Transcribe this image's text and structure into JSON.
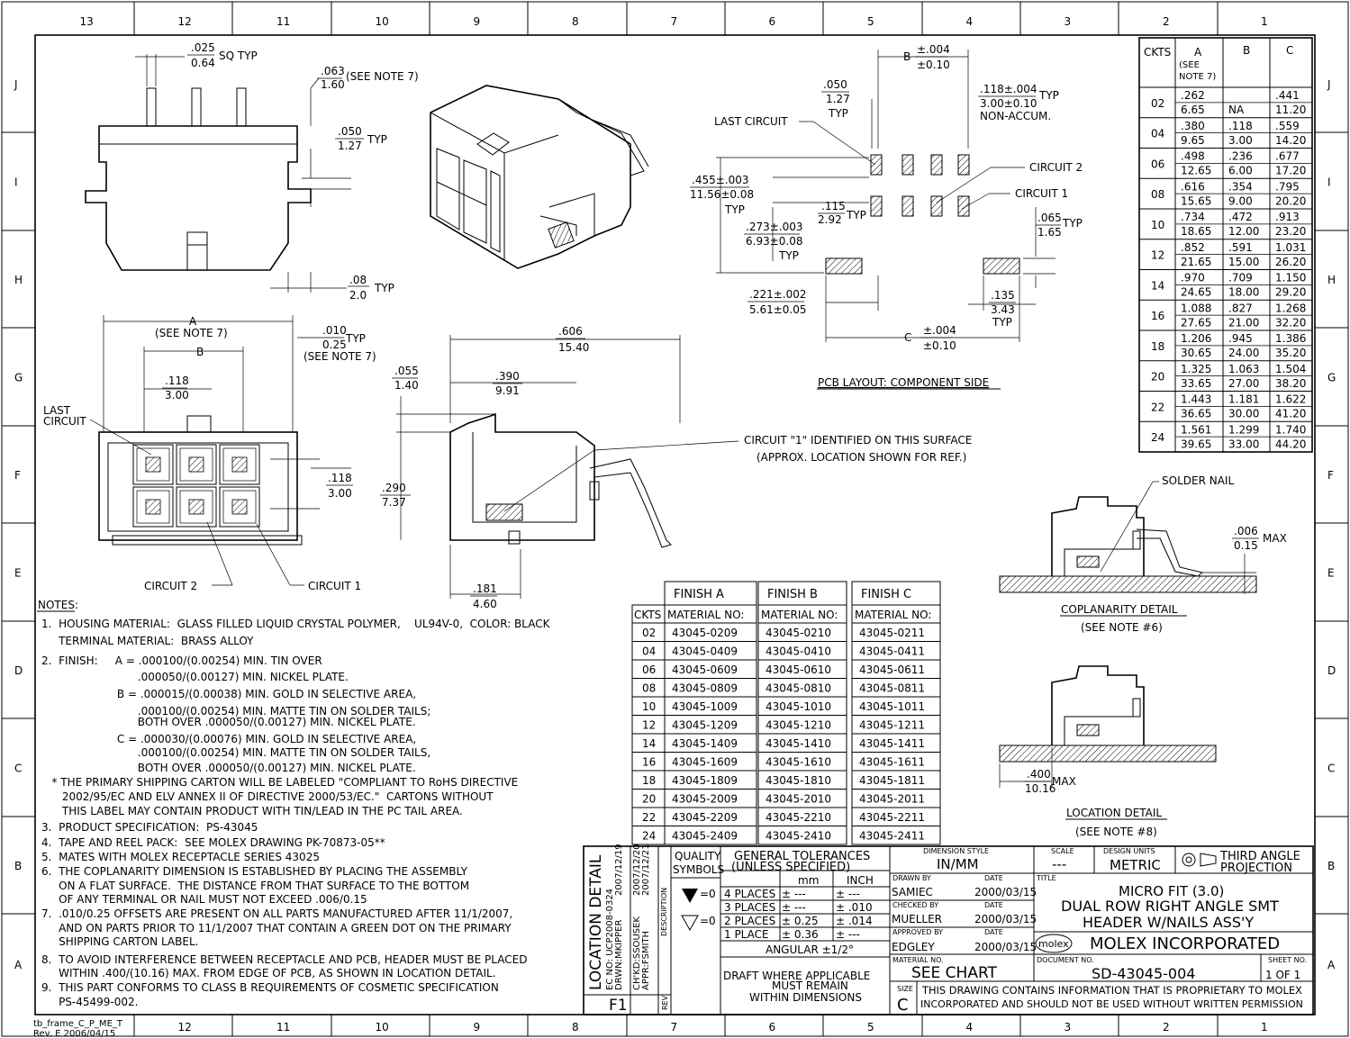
{
  "frame": {
    "top_zones": [
      "13",
      "12",
      "11",
      "10",
      "9",
      "8",
      "7",
      "6",
      "5",
      "4",
      "3",
      "2",
      "1"
    ],
    "bottom_zones": [
      "12",
      "11",
      "10",
      "9",
      "8",
      "7",
      "6",
      "5",
      "4",
      "3",
      "2",
      "1"
    ],
    "side_zones": [
      "J",
      "I",
      "H",
      "G",
      "F",
      "E",
      "D",
      "C",
      "B",
      "A"
    ],
    "frame_id": "tb_frame_C_P_ME_T",
    "frame_rev": "Rev. E 2006/04/15"
  },
  "side_view": {
    "pin_dim": ".025",
    "pin_dim_mm": "0.64",
    "pin_note": "SQ TYP",
    "tail_dim": ".063",
    "tail_dim_mm": "1.60",
    "tail_note": "(SEE NOTE 7)",
    "offset_dim": ".050",
    "offset_dim_mm": "1.27",
    "offset_note": "TYP",
    "base_dim": ".08",
    "base_dim_mm": "2.0",
    "base_note": "TYP"
  },
  "front_view": {
    "a_label": "A",
    "a_note": "(SEE NOTE 7)",
    "b_label": "B",
    "pitch": ".118",
    "pitch_mm": "3.00",
    "tol": ".010",
    "tol_mm": "0.25",
    "tol_note": "TYP",
    "tol_note2": "(SEE NOTE 7)",
    "row_pitch": ".118",
    "row_pitch_mm": "3.00",
    "last_circuit_1": "LAST",
    "last_circuit_2": "CIRCUIT",
    "circuit2": "CIRCUIT 2",
    "circuit1": "CIRCUIT 1"
  },
  "section_view": {
    "width": ".606",
    "width_mm": "15.40",
    "depth": ".390",
    "depth_mm": "9.91",
    "top": ".055",
    "top_mm": "1.40",
    "height": ".290",
    "height_mm": "7.37",
    "foot": ".181",
    "foot_mm": "4.60",
    "circuit_note_1": "CIRCUIT \"1\" IDENTIFIED ON THIS SURFACE",
    "circuit_note_2": "(APPROX. LOCATION SHOWN FOR REF.)"
  },
  "pcb": {
    "b_label": "B",
    "b_tol": "±.004",
    "b_tol_mm": "±0.10",
    "pitch": ".050",
    "pitch_mm": "1.27",
    "pitch_note": "TYP",
    "noaccum": ".118±.004",
    "noaccum_mm": "3.00±0.10",
    "noaccum_note": "NON-ACCUM.",
    "noaccum_typ": "TYP",
    "last_circuit": "LAST CIRCUIT",
    "circuit2": "CIRCUIT 2",
    "circuit1": "CIRCUIT 1",
    "span": ".455±.003",
    "span_mm": "11.56±0.08",
    "span_note": "TYP",
    "pad_gap": ".115",
    "pad_gap_mm": "2.92",
    "pad_gap_note": "TYP",
    "pad_row": ".273±.003",
    "pad_row_mm": "6.93±0.08",
    "pad_row_note": "TYP",
    "pad_w": ".065",
    "pad_w_mm": "1.65",
    "pad_w_note": "TYP",
    "nail": ".221±.002",
    "nail_mm": "5.61±0.05",
    "nail_w": ".135",
    "nail_w_mm": "3.43",
    "nail_w_note": "TYP",
    "c_label": "C",
    "c_tol": "±.004",
    "c_tol_mm": "±0.10",
    "title": "PCB LAYOUT: COMPONENT SIDE"
  },
  "dim_table": {
    "headers": [
      "CKTS",
      "A",
      "B",
      "C"
    ],
    "a_note": "(SEE NOTE 7)",
    "rows": [
      {
        "ckts": "02",
        "a_in": ".262",
        "a_mm": "6.65",
        "b_in": "",
        "b_mm": "NA",
        "c_in": ".441",
        "c_mm": "11.20"
      },
      {
        "ckts": "04",
        "a_in": ".380",
        "a_mm": "9.65",
        "b_in": ".118",
        "b_mm": "3.00",
        "c_in": ".559",
        "c_mm": "14.20"
      },
      {
        "ckts": "06",
        "a_in": ".498",
        "a_mm": "12.65",
        "b_in": ".236",
        "b_mm": "6.00",
        "c_in": ".677",
        "c_mm": "17.20"
      },
      {
        "ckts": "08",
        "a_in": ".616",
        "a_mm": "15.65",
        "b_in": ".354",
        "b_mm": "9.00",
        "c_in": ".795",
        "c_mm": "20.20"
      },
      {
        "ckts": "10",
        "a_in": ".734",
        "a_mm": "18.65",
        "b_in": ".472",
        "b_mm": "12.00",
        "c_in": ".913",
        "c_mm": "23.20"
      },
      {
        "ckts": "12",
        "a_in": ".852",
        "a_mm": "21.65",
        "b_in": ".591",
        "b_mm": "15.00",
        "c_in": "1.031",
        "c_mm": "26.20"
      },
      {
        "ckts": "14",
        "a_in": ".970",
        "a_mm": "24.65",
        "b_in": ".709",
        "b_mm": "18.00",
        "c_in": "1.150",
        "c_mm": "29.20"
      },
      {
        "ckts": "16",
        "a_in": "1.088",
        "a_mm": "27.65",
        "b_in": ".827",
        "b_mm": "21.00",
        "c_in": "1.268",
        "c_mm": "32.20"
      },
      {
        "ckts": "18",
        "a_in": "1.206",
        "a_mm": "30.65",
        "b_in": ".945",
        "b_mm": "24.00",
        "c_in": "1.386",
        "c_mm": "35.20"
      },
      {
        "ckts": "20",
        "a_in": "1.325",
        "a_mm": "33.65",
        "b_in": "1.063",
        "b_mm": "27.00",
        "c_in": "1.504",
        "c_mm": "38.20"
      },
      {
        "ckts": "22",
        "a_in": "1.443",
        "a_mm": "36.65",
        "b_in": "1.181",
        "b_mm": "30.00",
        "c_in": "1.622",
        "c_mm": "41.20"
      },
      {
        "ckts": "24",
        "a_in": "1.561",
        "a_mm": "39.65",
        "b_in": "1.299",
        "b_mm": "33.00",
        "c_in": "1.740",
        "c_mm": "44.20"
      }
    ]
  },
  "coplanarity": {
    "solder_nail": "SOLDER NAIL",
    "max_dim": ".006",
    "max_dim_mm": "0.15",
    "max_note": "MAX",
    "title": "COPLANARITY DETAIL",
    "note": "(SEE NOTE #6)"
  },
  "location": {
    "dim": ".400",
    "dim_mm": "10.16",
    "dim_note": "MAX",
    "title": "LOCATION DETAIL",
    "note": "(SEE NOTE #8)"
  },
  "material_table": {
    "finish_headers": [
      "FINISH A",
      "FINISH B",
      "FINISH C"
    ],
    "col_headers": [
      "CKTS",
      "MATERIAL NO:",
      "MATERIAL NO:",
      "MATERIAL NO:"
    ],
    "rows": [
      [
        "02",
        "43045-0209",
        "43045-0210",
        "43045-0211"
      ],
      [
        "04",
        "43045-0409",
        "43045-0410",
        "43045-0411"
      ],
      [
        "06",
        "43045-0609",
        "43045-0610",
        "43045-0611"
      ],
      [
        "08",
        "43045-0809",
        "43045-0810",
        "43045-0811"
      ],
      [
        "10",
        "43045-1009",
        "43045-1010",
        "43045-1011"
      ],
      [
        "12",
        "43045-1209",
        "43045-1210",
        "43045-1211"
      ],
      [
        "14",
        "43045-1409",
        "43045-1410",
        "43045-1411"
      ],
      [
        "16",
        "43045-1609",
        "43045-1610",
        "43045-1611"
      ],
      [
        "18",
        "43045-1809",
        "43045-1810",
        "43045-1811"
      ],
      [
        "20",
        "43045-2009",
        "43045-2010",
        "43045-2011"
      ],
      [
        "22",
        "43045-2209",
        "43045-2210",
        "43045-2211"
      ],
      [
        "24",
        "43045-2409",
        "43045-2410",
        "43045-2411"
      ]
    ]
  },
  "notes": {
    "title": "NOTES:",
    "lines": [
      "1.  HOUSING MATERIAL:  GLASS FILLED LIQUID CRYSTAL POLYMER,    UL94V-0,  COLOR: BLACK",
      "     TERMINAL MATERIAL:  BRASS ALLOY",
      "2.  FINISH:     A = .000100/(0.00254) MIN. TIN OVER",
      "                            .000050/(0.00127) MIN. NICKEL PLATE.",
      "                      B = .000015/(0.00038) MIN. GOLD IN SELECTIVE AREA,",
      "                            .000100/(0.00254) MIN. MATTE TIN ON SOLDER TAILS;",
      "                            BOTH OVER .000050/(0.00127) MIN. NICKEL PLATE.",
      "                      C = .000030/(0.00076) MIN. GOLD IN SELECTIVE AREA,",
      "                            .000100/(0.00254) MIN. MATTE TIN ON SOLDER TAILS,",
      "                            BOTH OVER .000050/(0.00127) MIN. NICKEL PLATE.",
      "   * THE PRIMARY SHIPPING CARTON WILL BE LABELED \"COMPLIANT TO RoHS DIRECTIVE",
      "      2002/95/EC AND ELV ANNEX II OF DIRECTIVE 2000/53/EC.\"  CARTONS WITHOUT",
      "      THIS LABEL MAY CONTAIN PRODUCT WITH TIN/LEAD IN THE PC TAIL AREA.",
      "3.  PRODUCT SPECIFICATION:  PS-43045",
      "4.  TAPE AND REEL PACK:  SEE MOLEX DRAWING PK-70873-05**",
      "5.  MATES WITH MOLEX RECEPTACLE SERIES 43025",
      "6.  THE COPLANARITY DIMENSION IS ESTABLISHED BY PLACING THE ASSEMBLY",
      "     ON A FLAT SURFACE.  THE DISTANCE FROM THAT SURFACE TO THE BOTTOM",
      "     OF ANY TERMINAL OR NAIL MUST NOT EXCEED .006/0.15",
      "7.  .010/0.25 OFFSETS ARE PRESENT ON ALL PARTS MANUFACTURED AFTER 11/1/2007,",
      "     AND ON PARTS PRIOR TO 11/1/2007 THAT CONTAIN A GREEN DOT ON THE PRIMARY",
      "     SHIPPING CARTON LABEL.",
      "8.  TO AVOID INTERFERENCE BETWEEN RECEPTACLE AND PCB, HEADER MUST BE PLACED",
      "     WITHIN .400/(10.16) MAX. FROM EDGE OF PCB, AS SHOWN IN LOCATION DETAIL.",
      "9.  THIS PART CONFORMS TO CLASS B REQUIREMENTS OF COSMETIC SPECIFICATION",
      "     PS-45499-002."
    ]
  },
  "title_block": {
    "location_detail": "LOCATION DETAIL",
    "ec_no": "EC NO: UCP2008-0324",
    "ec_date": "2007/12/19",
    "drwn": "DRWN:MKIPPER",
    "drwn_date": "2007/12/20",
    "chkd": "CH'KD:SSOUSEK",
    "chkd_date": "2007/12/21",
    "appr": "APPR:FSMITH",
    "description": "DESCRIPTION",
    "zone": "F1",
    "rev_label": "REV",
    "quality": "QUALITY",
    "symbols": "SYMBOLS",
    "sym1": "=0",
    "sym2": "=0",
    "general_tol": "GENERAL TOLERANCES",
    "unless": "(UNLESS SPECIFIED)",
    "mm_label": "mm",
    "inch_label": "INCH",
    "tol_rows": [
      [
        "4 PLACES",
        "± ---",
        "± ---"
      ],
      [
        "3 PLACES",
        "± ---",
        "± .010"
      ],
      [
        "2 PLACES",
        "± 0.25",
        "± .014"
      ],
      [
        "1 PLACE",
        "± 0.36",
        "± ---"
      ]
    ],
    "angular": "ANGULAR ±1/2°",
    "draft1": "DRAFT WHERE APPLICABLE",
    "draft2": "MUST REMAIN",
    "draft3": "WITHIN DIMENSIONS",
    "dim_style_label": "DIMENSION STYLE",
    "dim_style": "IN/MM",
    "scale_label": "SCALE",
    "scale": "---",
    "units_label": "DESIGN UNITS",
    "units": "METRIC",
    "projection1": "THIRD ANGLE",
    "projection2": "PROJECTION",
    "drawn_by_label": "DRAWN BY",
    "date_label": "DATE",
    "drawn_by": "SAMIEC",
    "drawn_date": "2000/03/15",
    "checked_label": "CHECKED BY",
    "checked_by": "MUELLER",
    "checked_date": "2000/03/15",
    "approved_label": "APPROVED BY",
    "approved_by": "EDGLEY",
    "approved_date": "2000/03/15",
    "title_label": "TITLE",
    "title1": "MICRO FIT (3.0)",
    "title2": "DUAL ROW RIGHT ANGLE SMT",
    "title3": "HEADER W/NAILS ASS'Y",
    "company": "MOLEX INCORPORATED",
    "logo": "molex",
    "material_label": "MATERIAL NO.",
    "material": "SEE CHART",
    "document_label": "DOCUMENT NO.",
    "document": "SD-43045-004",
    "sheet_label": "SHEET NO.",
    "sheet": "1 OF 1",
    "size_label": "SIZE",
    "size": "C",
    "proprietary1": "THIS DRAWING CONTAINS INFORMATION THAT IS PROPRIETARY TO MOLEX",
    "proprietary2": "INCORPORATED AND SHOULD NOT BE USED WITHOUT WRITTEN PERMISSION"
  }
}
